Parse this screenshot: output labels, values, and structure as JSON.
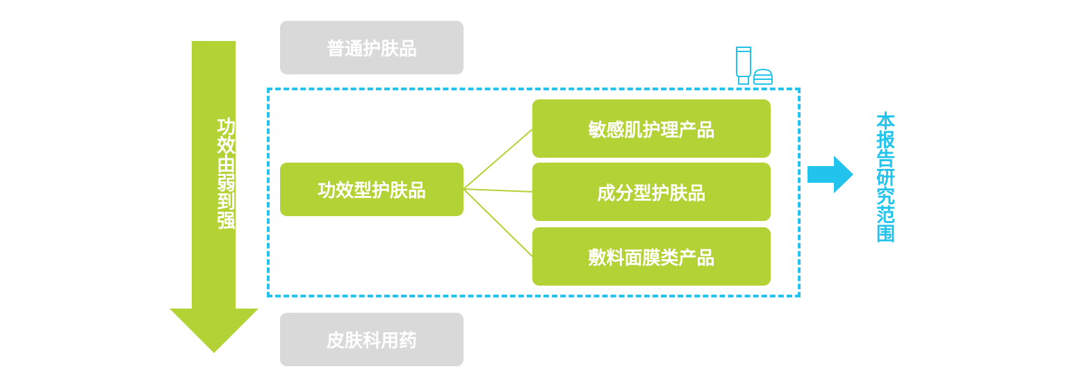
{
  "colors": {
    "green": "#b2d235",
    "grey": "#d9d9d9",
    "blue": "#22c4ee",
    "text_on_box": "#ffffff"
  },
  "arrow": {
    "label": "功效由弱到强"
  },
  "boxes": {
    "top": "普通护肤品",
    "main": "功效型护肤品",
    "sub1": "敏感肌护理产品",
    "sub2": "成分型护肤品",
    "sub3": "敷料面膜类产品",
    "bottom": "皮肤科用药"
  },
  "scope": {
    "label": "本报告研究范围"
  },
  "icons": {
    "cosmetics": "cosmetics-tube-jar-icon",
    "arrow_right": "arrow-right-icon",
    "arrow_down": "arrow-down-icon"
  }
}
